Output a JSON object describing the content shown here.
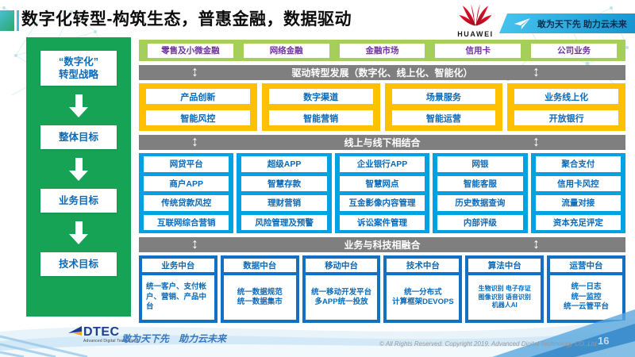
{
  "slide": {
    "title": "数字化转型-构筑生态，普惠金融，数据驱动",
    "page_number": "16"
  },
  "header": {
    "huawei_logo": "HUAWEI",
    "banner_slogan": "敢为天下先 助力云未来"
  },
  "sidebar": {
    "items": [
      "“数字化”\n转型战略",
      "整体目标",
      "业务目标",
      "技术目标"
    ]
  },
  "main": {
    "business_row": [
      "零售及小微金融",
      "网络金融",
      "金融市场",
      "信用卡",
      "公司业务"
    ],
    "bars": {
      "drive": "驱动转型发展（数字化、线上化、智能化）",
      "online_offline": "线上与线下相结合",
      "fusion": "业务与科技相融合"
    },
    "yellow": [
      [
        "产品创新",
        "智能风控"
      ],
      [
        "数字渠道",
        "智能营销"
      ],
      [
        "场景服务",
        "智能运营"
      ],
      [
        "业务线上化",
        "开放银行"
      ]
    ],
    "blue": [
      [
        "网贷平台",
        "商户APP",
        "传统贷款风控",
        "互联网综合营销"
      ],
      [
        "超级APP",
        "智慧存款",
        "理财营销",
        "风险管理及预警"
      ],
      [
        "企业银行APP",
        "智慧网点",
        "互金影像内容管理",
        "诉讼案件管理"
      ],
      [
        "网银",
        "智能客服",
        "历史数据查询",
        "内部评级"
      ],
      [
        "聚合支付",
        "信用卡风控",
        "流量对接",
        "资本充足评定"
      ]
    ],
    "platforms": [
      {
        "header": "业务中台",
        "detail": "统一客户、支付帐户、营销、产品中台"
      },
      {
        "header": "数据中台",
        "detail": "统一数据规范\n统一数据集市"
      },
      {
        "header": "移动中台",
        "detail": "统一移动开发平台\n多APP统一投放"
      },
      {
        "header": "技术中台",
        "detail": "统一分布式\n计算框架DEVOPS"
      },
      {
        "header": "算法中台",
        "detail": "生物识别 电子存证\n图像识别 语音识别\n机器人AI"
      },
      {
        "header": "运营中台",
        "detail": "统一日志\n统一监控\n统一云管平台"
      }
    ]
  },
  "footer": {
    "logo_text": "DTEC",
    "logo_subtext": "Advanced Digital Technology",
    "slogan": "敢为天下先　助力云未来",
    "copyright": "© All Rights Reserved. Copyright 2019. Advanced Digital Technology CO.,Ltd"
  },
  "colors": {
    "sidebar_green": "#16a356",
    "business_row_green": "#a6ce5b",
    "capability_yellow": "#ffc000",
    "scene_blue": "#00a2e2",
    "platform_blue": "#1470c4",
    "bar_gray": "#7f7f7f",
    "box_text_blue": "#0a6ab8",
    "business_text_purple": "#7030a0",
    "huawei_red": "#d5001c",
    "banner_blue": "#1691cd"
  }
}
